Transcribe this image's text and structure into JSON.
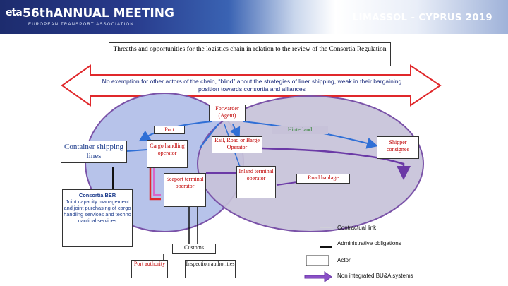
{
  "header": {
    "logo": "eta",
    "meeting_title": "56thANNUAL MEETING",
    "meeting_subtitle": "EUROPEAN TRANSPORT ASSOCIATION",
    "location": "LIMASSOL - CYPRUS 2019"
  },
  "slide": {
    "title": "Threaths and opportunities for the logistics chain in relation to the review of the Consortia Regulation",
    "arrow_text": "No exemption for other actors of the chain, “blind” about the strategies of liner shipping, weak in their bargaining position towards consortia and alliances"
  },
  "diagram": {
    "forwarder": "Forwarder (Agent)",
    "port": "Port",
    "hinterland": "Hinterland",
    "container_lines": "Container shipping lines",
    "cargo_handling": "Cargo handling operator",
    "rail_road": "Rail, Road or Barge Operator",
    "shipper": "Shipper consignee",
    "inland_terminal": "Inland terminal operator",
    "road_haulage": "Road haulage",
    "seaport_terminal": "Seaport terminal operator",
    "consortia_label": "Consortia BER",
    "consortia_desc": "Joint capacity management and joint purchasing of cargo handling services and techno nautical services",
    "customs": "Customs",
    "port_authority": "Port authority",
    "inspection": "Inspection authorities"
  },
  "legend": {
    "contractual": "Contractual link",
    "administrative": "Administrative obligations",
    "actor": "Actor",
    "non_integrated": "Non integrated BU&A systems"
  },
  "colors": {
    "port_circle": "#b7c3ea",
    "hinterland_circle": "#c7c2d9",
    "arrow_red": "#e0282b",
    "flow_blue": "#2f6fd6",
    "flow_purple": "#6b3aa6"
  }
}
